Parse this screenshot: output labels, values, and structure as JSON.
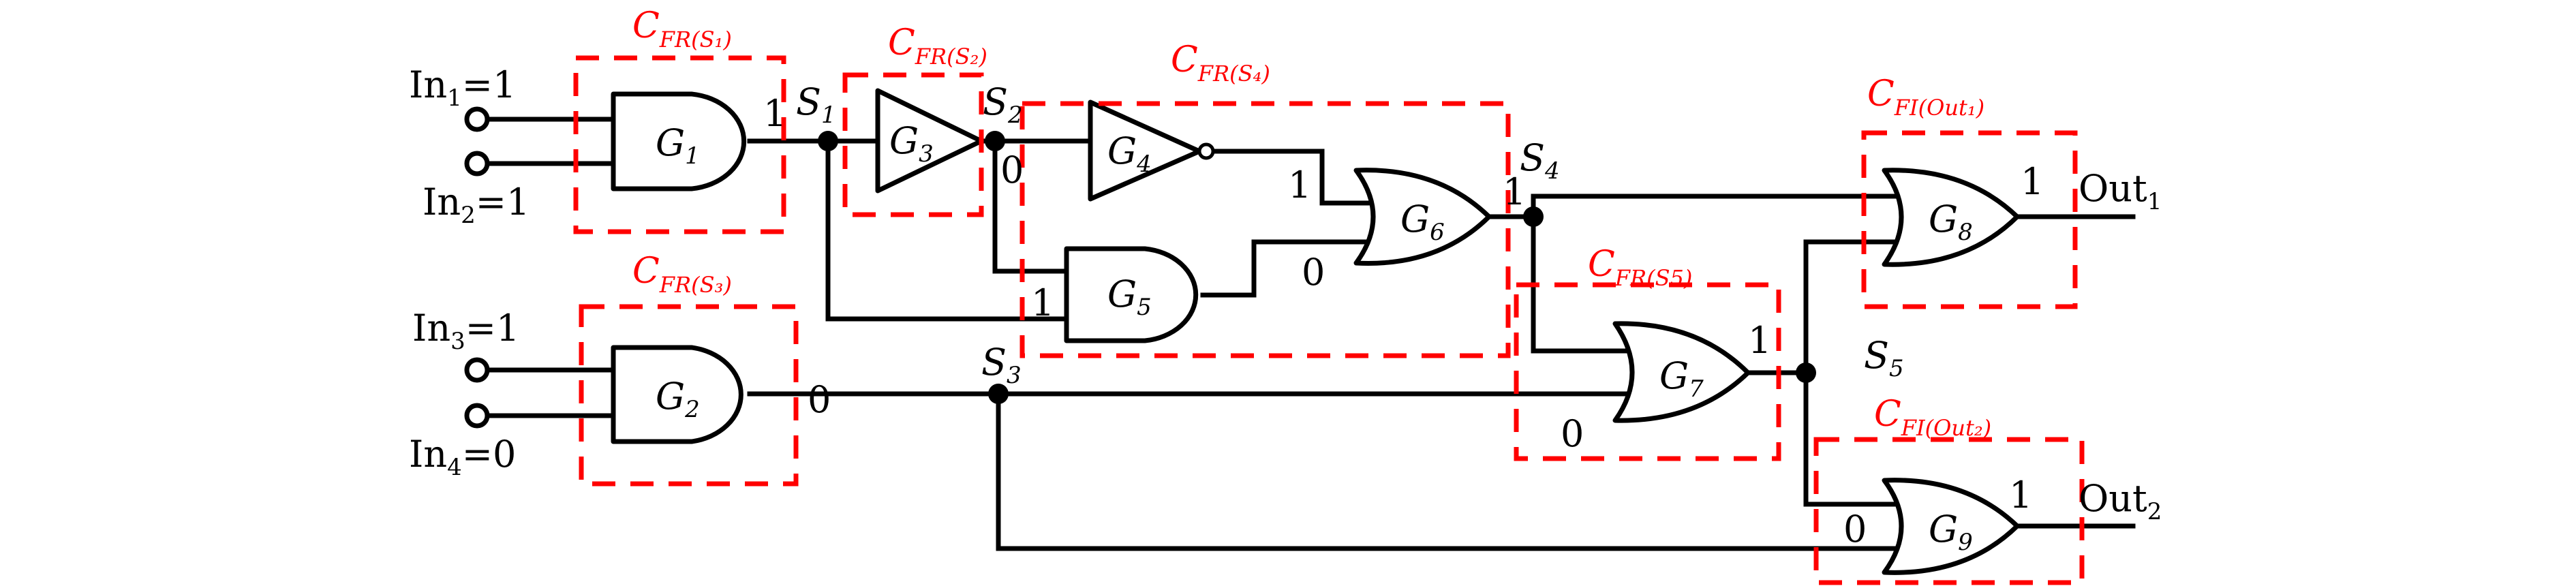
{
  "inputs": {
    "in1": {
      "name": "In",
      "sub": "1",
      "value": "=1"
    },
    "in2": {
      "name": "In",
      "sub": "2",
      "value": "=1"
    },
    "in3": {
      "name": "In",
      "sub": "3",
      "value": "=1"
    },
    "in4": {
      "name": "In",
      "sub": "4",
      "value": "=0"
    }
  },
  "outputs": {
    "out1": {
      "name": "Out",
      "sub": "1"
    },
    "out2": {
      "name": "Out",
      "sub": "2"
    }
  },
  "gates": {
    "g1": {
      "name": "G",
      "sub": "1"
    },
    "g2": {
      "name": "G",
      "sub": "2"
    },
    "g3": {
      "name": "G",
      "sub": "3"
    },
    "g4": {
      "name": "G",
      "sub": "4"
    },
    "g5": {
      "name": "G",
      "sub": "5"
    },
    "g6": {
      "name": "G",
      "sub": "6"
    },
    "g7": {
      "name": "G",
      "sub": "7"
    },
    "g8": {
      "name": "G",
      "sub": "8"
    },
    "g9": {
      "name": "G",
      "sub": "9"
    }
  },
  "signals": {
    "s1": {
      "name": "S",
      "sub": "1"
    },
    "s2": {
      "name": "S",
      "sub": "2"
    },
    "s3": {
      "name": "S",
      "sub": "3"
    },
    "s4": {
      "name": "S",
      "sub": "4"
    },
    "s5": {
      "name": "S",
      "sub": "5"
    }
  },
  "cones": {
    "fr_s1": {
      "name": "C",
      "sub": "FR(S₁)"
    },
    "fr_s2": {
      "name": "C",
      "sub": "FR(S₂)"
    },
    "fr_s3": {
      "name": "C",
      "sub": "FR(S₃)"
    },
    "fr_s4": {
      "name": "C",
      "sub": "FR(S₄)"
    },
    "fr_s5": {
      "name": "C",
      "sub": "FR(S5)"
    },
    "fi_out1": {
      "name": "C",
      "sub": "FI(Out₁)"
    },
    "fi_out2": {
      "name": "C",
      "sub": "FI(Out₂)"
    }
  },
  "values": {
    "g1_out": "1",
    "g2_out": "0",
    "g3_out": "0",
    "g5_in": "1",
    "g6_in_top": "1",
    "g6_in_bottom": "0",
    "g6_out": "1",
    "g7_in_bottom": "0",
    "g7_out": "1",
    "g8_out": "1",
    "g9_in_bottom": "0",
    "g9_out": "1"
  },
  "colors": {
    "wire": "#000000",
    "cone_box": "#ff0000"
  }
}
